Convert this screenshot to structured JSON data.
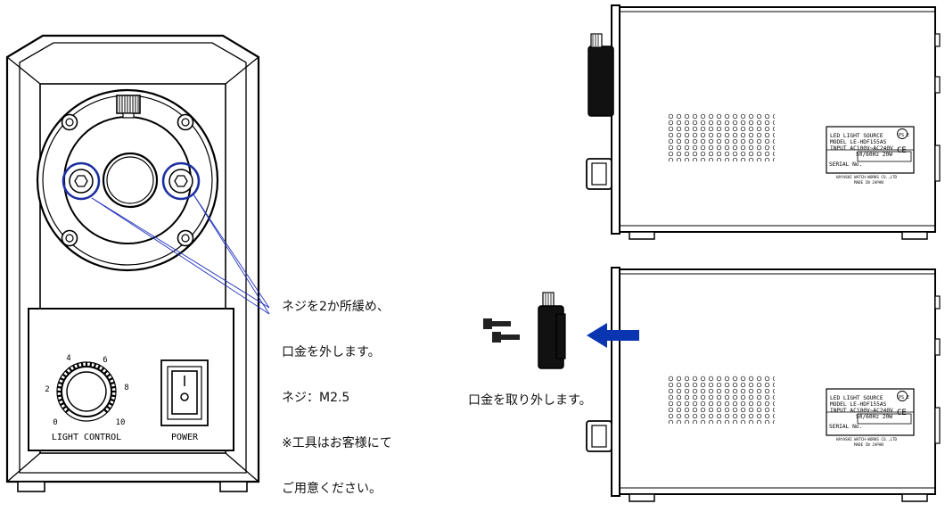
{
  "front_panel": {
    "dial_ticks": [
      "0",
      "2",
      "4",
      "6",
      "8",
      "10"
    ],
    "dial_label": "LIGHT CONTROL",
    "power_label": "POWER",
    "switch_on_mark": "I",
    "switch_off_mark": "O"
  },
  "instruction": {
    "line1": "ネジを2か所緩め、",
    "line2": "口金を外します。",
    "line3": "ネジ：M2.5",
    "line4": "※工具はお客様にて",
    "line5": "ご用意ください。"
  },
  "remove_caption": "口金を取り外します。",
  "nameplate": {
    "line1": "LED LIGHT SOURCE",
    "line2": "MODEL LE-HDF155AS",
    "line3": "INPUT AC100V~AC240V",
    "line4": "50/60Hz 20W",
    "serial_label": "SERIAL No.",
    "maker": "HAYASHI WATCH-WORKS CO.,LTD",
    "origin": "MADE IN JAPAN",
    "ce_mark": "CE",
    "pse_mark": "PS E"
  },
  "colors": {
    "accent_circle": "#1c2fa0",
    "arrow": "#0a35b0",
    "line": "#000000"
  }
}
